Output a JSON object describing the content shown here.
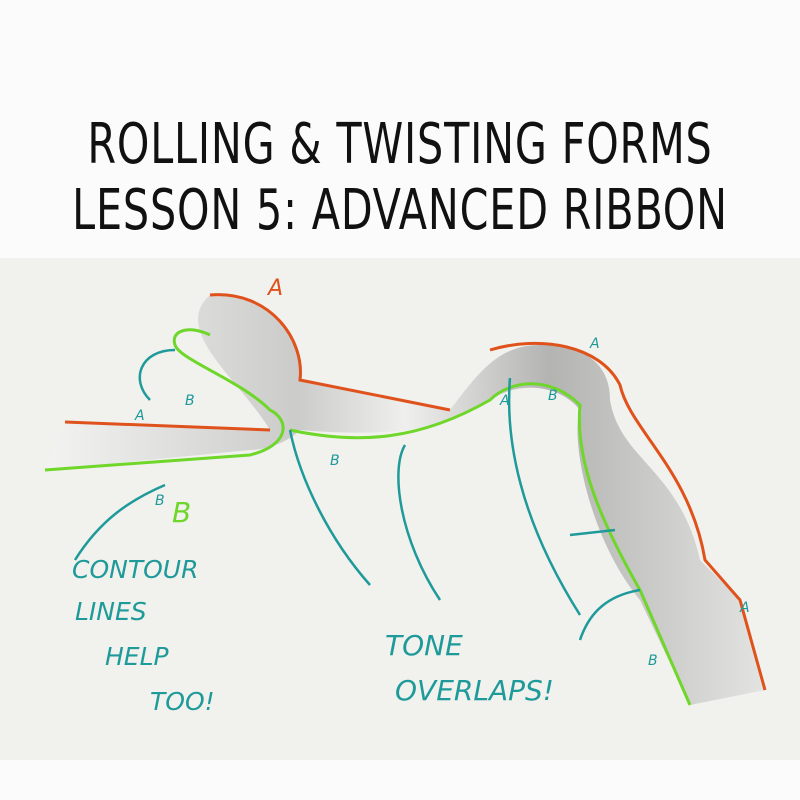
{
  "title": {
    "line1": "ROLLING & TWISTING FORMS",
    "line2": "LESSON 5: ADVANCED RIBBON"
  },
  "annotations": {
    "contour": [
      "CONTOUR",
      "LINES",
      "HELP",
      "TOO!"
    ],
    "tone": [
      "TONE",
      "OVERLAPS!"
    ],
    "edge_a": "A",
    "edge_b": "B"
  },
  "colors": {
    "edge_a": "#e0521c",
    "edge_b": "#6fd62a",
    "annotation": "#1f9a9a",
    "panel": "#f1f1ed"
  }
}
